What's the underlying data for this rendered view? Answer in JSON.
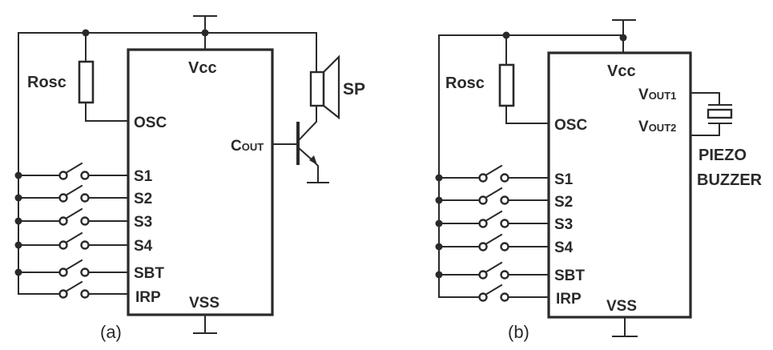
{
  "circuits": [
    {
      "id": "a",
      "caption": "(a)",
      "resistor_label": "Rosc",
      "ic": {
        "top_pin": "Vcc",
        "bottom_pin": "VSS",
        "left_pins": [
          "OSC",
          "S1",
          "S2",
          "S3",
          "S4",
          "SBT",
          "IRP"
        ],
        "right_pin_main": "C",
        "right_pin_sub": "OUT"
      },
      "output_device": "SP",
      "output_type": "speaker-with-npn-transistor"
    },
    {
      "id": "b",
      "caption": "(b)",
      "resistor_label": "Rosc",
      "ic": {
        "top_pin": "Vcc",
        "bottom_pin": "VSS",
        "left_pins": [
          "OSC",
          "S1",
          "S2",
          "S3",
          "S4",
          "SBT",
          "IRP"
        ],
        "right_pins": [
          {
            "main": "V",
            "sub": "OUT1"
          },
          {
            "main": "V",
            "sub": "OUT2"
          }
        ]
      },
      "output_device_line1": "PIEZO",
      "output_device_line2": "BUZZER",
      "output_type": "piezo-buzzer"
    }
  ]
}
